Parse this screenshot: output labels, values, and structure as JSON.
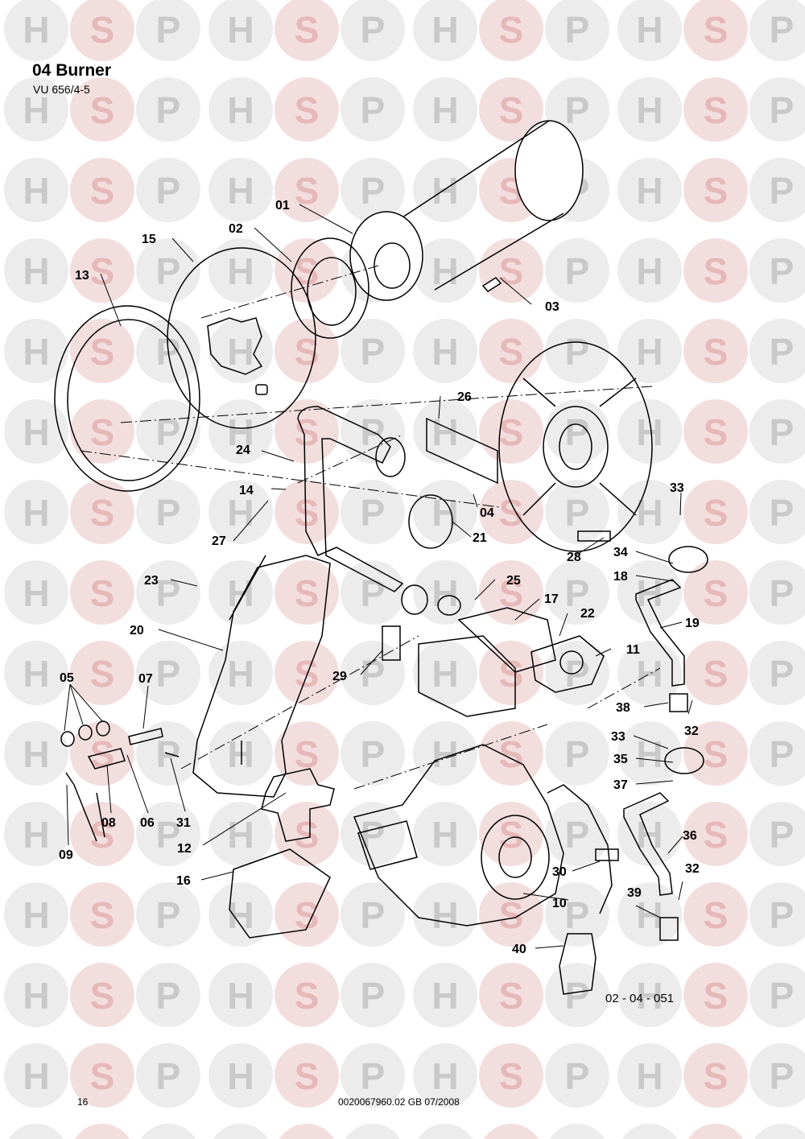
{
  "header": {
    "title": "04 Burner",
    "model": "VU 656/4-5"
  },
  "footer": {
    "page_number": "16",
    "document_ref": "0020067960.02 GB 07/2008"
  },
  "diagram": {
    "code": "02 - 04 - 051",
    "part_labels": [
      "01",
      "02",
      "03",
      "04",
      "05",
      "06",
      "07",
      "08",
      "09",
      "10",
      "11",
      "12",
      "13",
      "14",
      "15",
      "16",
      "17",
      "18",
      "19",
      "20",
      "21",
      "22",
      "23",
      "24",
      "25",
      "26",
      "27",
      "28",
      "29",
      "30",
      "31",
      "32",
      "33",
      "34",
      "35",
      "36",
      "37",
      "38",
      "39",
      "40"
    ]
  },
  "watermark": {
    "letters": [
      "H",
      "S",
      "P"
    ],
    "colors": {
      "h": "#c9c9c9",
      "s": "#e6b8b8",
      "p": "#c9c9c9"
    }
  }
}
